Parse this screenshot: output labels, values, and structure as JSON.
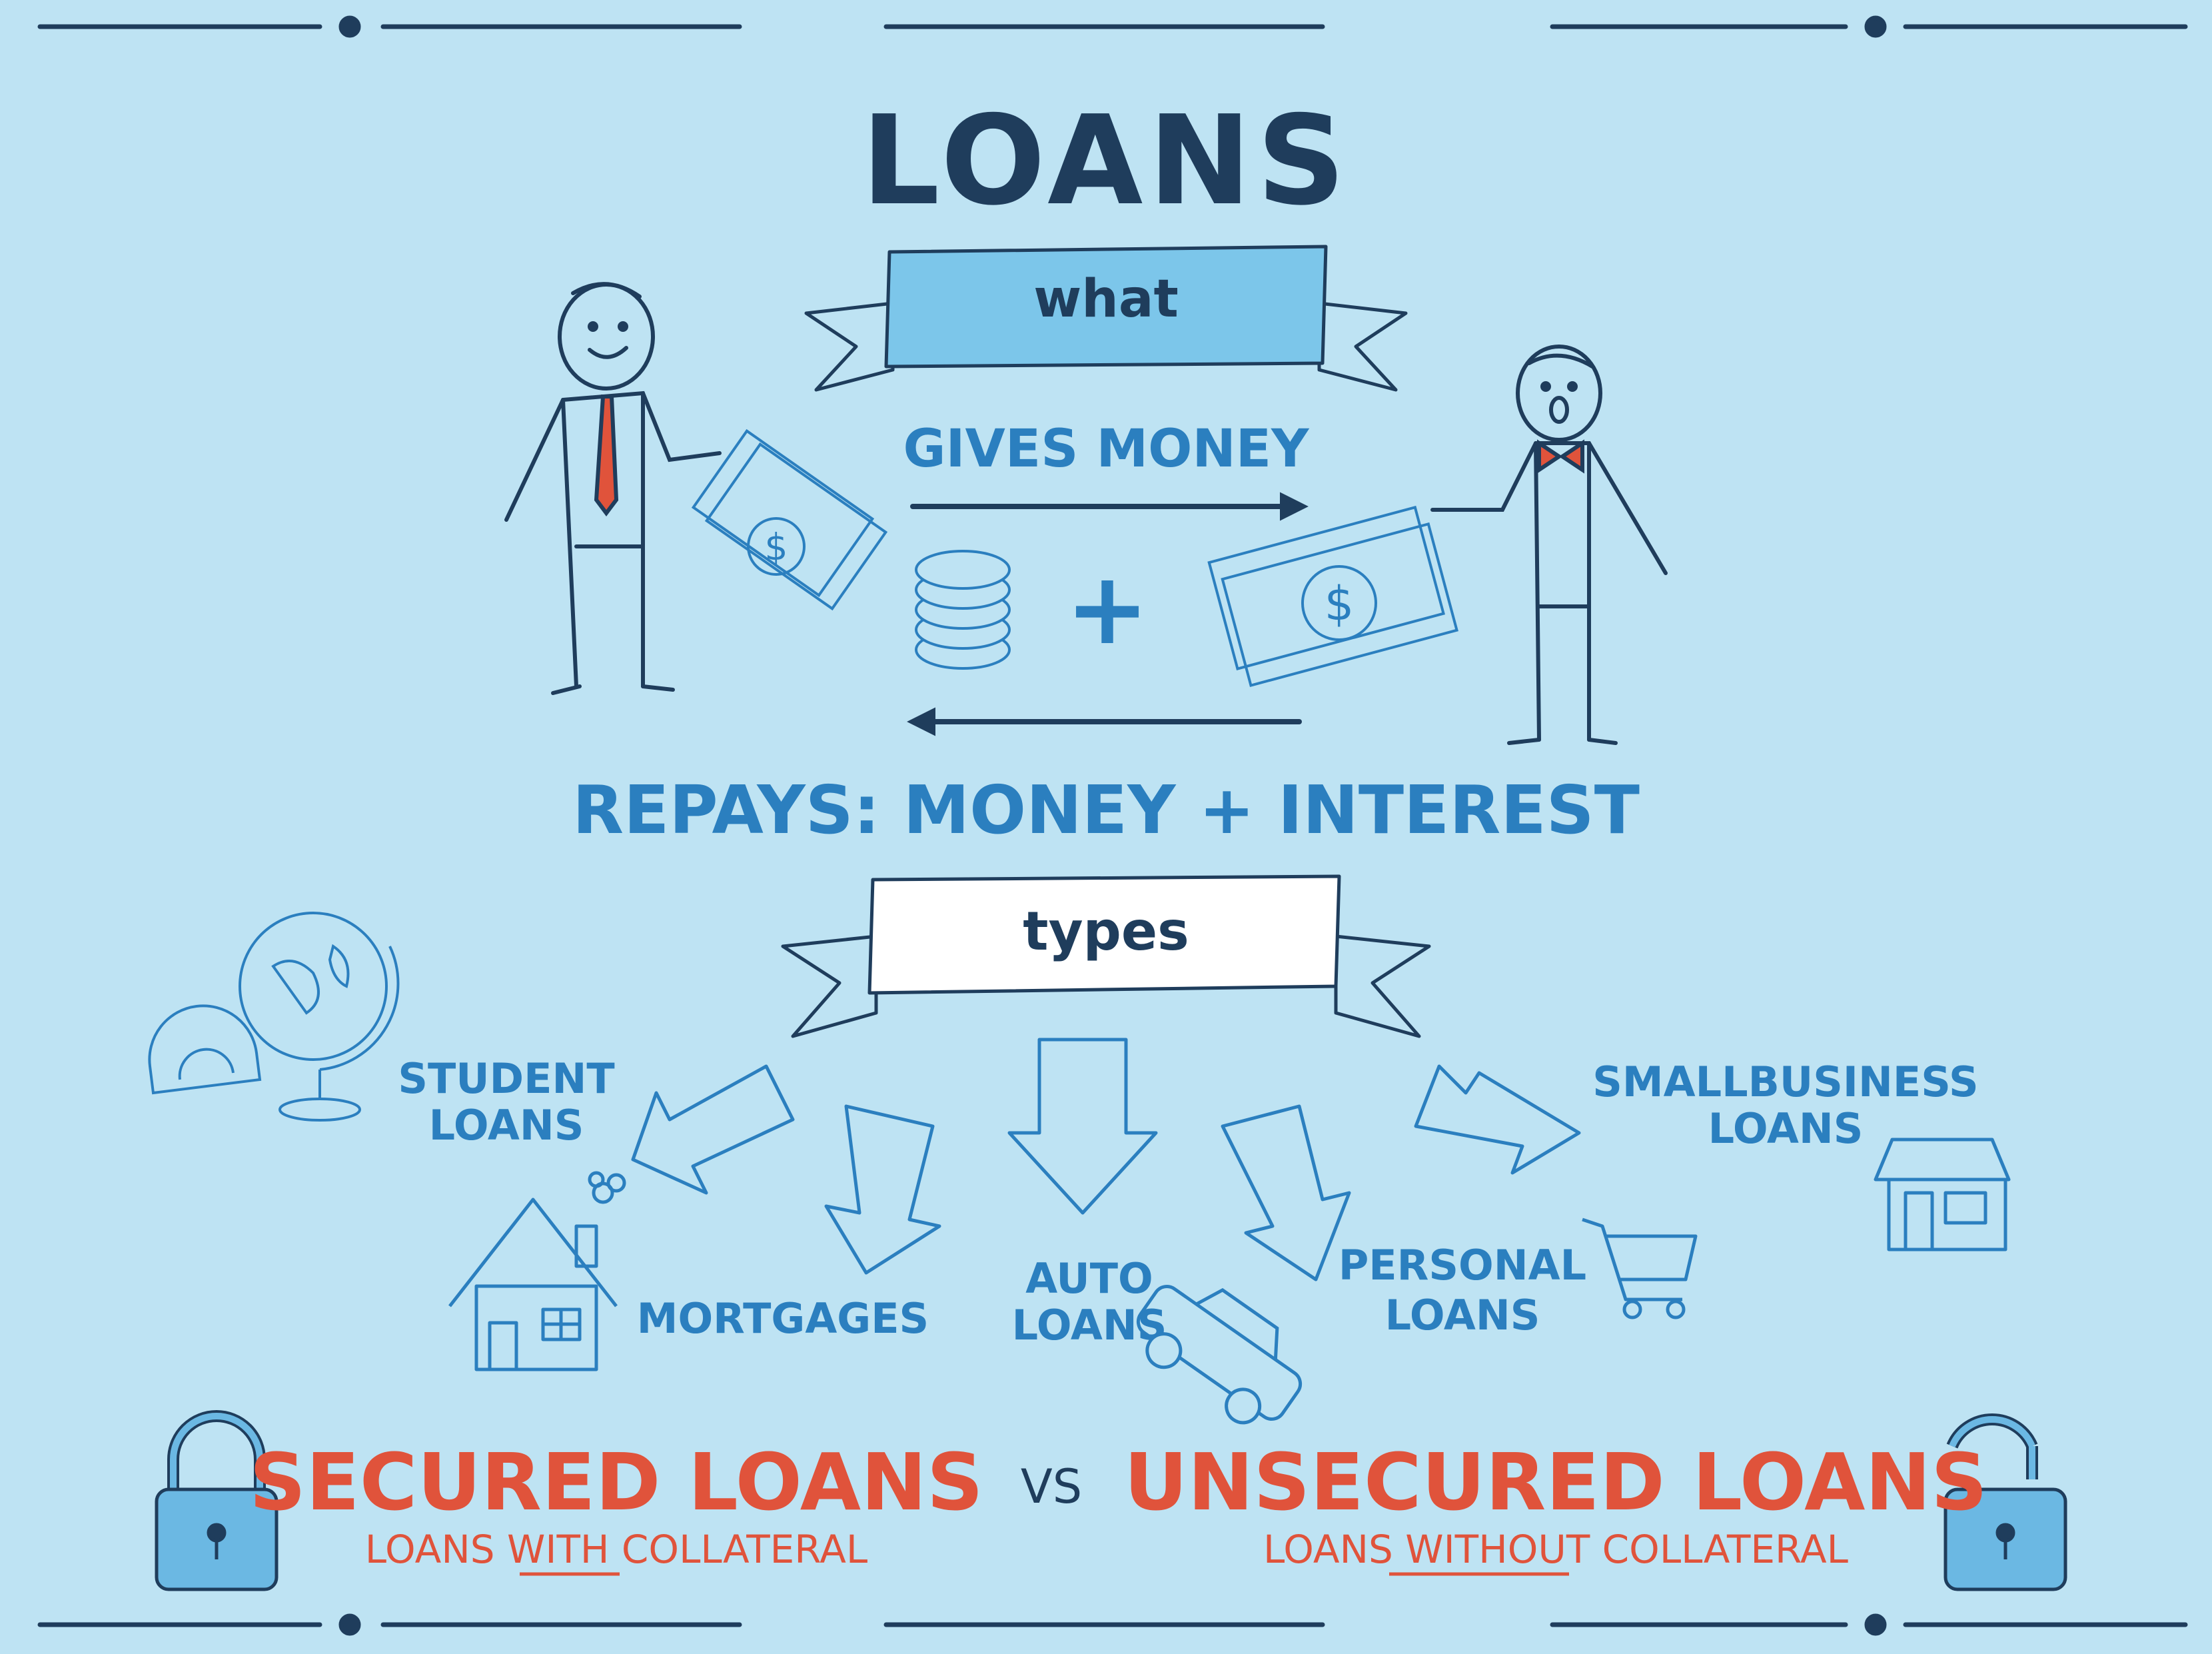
{
  "title": "LOANS",
  "what_banner": "what",
  "gives_label": "GIVES MONEY",
  "plus_sign": "+",
  "repays_label": "REPAYS: MONEY + INTEREST",
  "types_banner": "types",
  "types": {
    "student": [
      "STUDENT",
      "LOANS"
    ],
    "mortgages": "MORTGAGES",
    "auto": [
      "AUTO",
      "LOANS"
    ],
    "personal": [
      "PERSONAL",
      "LOANS"
    ],
    "smallbusiness": [
      "SMALLBUSINESS",
      "LOANS"
    ]
  },
  "secured": {
    "title": "SECURED LOANS",
    "sub_pre": "LOANS ",
    "sub_key": "WITH",
    "sub_post": " COLLATERAL"
  },
  "vs": "VS",
  "unsecured": {
    "title": "UNSECURED LOANS",
    "sub_pre": "LOANS ",
    "sub_key": "WITHOUT",
    "sub_post": " COLLATERAL"
  },
  "colors": {
    "background": "#bee3f3",
    "navy": "#1f3d5c",
    "blue": "#2b7fbf",
    "red": "#e0533b",
    "banner_blue": "#7cc6ea"
  }
}
